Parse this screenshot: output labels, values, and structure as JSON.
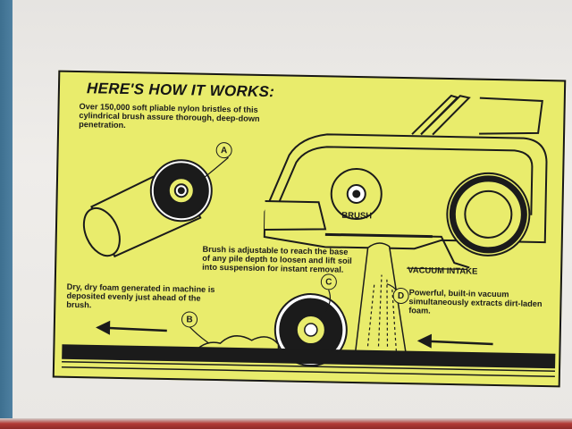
{
  "diagram": {
    "headline": "HERE'S HOW IT WORKS:",
    "callouts": {
      "a": {
        "marker": "A",
        "text": "Over 150,000 soft pliable nylon bristles of this cylindrical brush assure thorough, deep-down penetration."
      },
      "b": {
        "marker": "B",
        "text": "Dry, dry foam generated in machine is deposited evenly just ahead of the brush."
      },
      "c": {
        "marker": "C",
        "text": "Brush is adjustable to reach the base of any pile depth to loosen and lift soil into suspension for instant removal."
      },
      "d": {
        "marker": "D",
        "text": "Powerful, built-in vacuum simultaneously extracts dirt-laden foam."
      }
    },
    "labels": {
      "brush": "BRUSH",
      "vacuum_intake": "VACUUM INTAKE"
    }
  },
  "colors": {
    "panel_yellow": "#e9ec6c",
    "ink": "#1b1b1b",
    "page": "#ece9e6",
    "cover_blue": "#3d6f8f",
    "cover_red": "#b23a36"
  }
}
